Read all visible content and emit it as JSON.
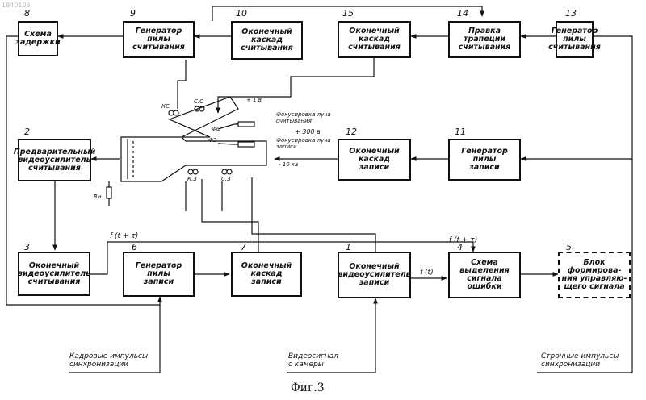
{
  "scan_number": "1840106",
  "caption": "Фиг.3",
  "blocks": {
    "b8": {
      "num": "8",
      "label": "Схема\nзадержки"
    },
    "b9": {
      "num": "9",
      "label": "Генератор\nпилы\nсчитывания"
    },
    "b10": {
      "num": "10",
      "label": "Оконечный\nкаскад\nсчитывания"
    },
    "b15": {
      "num": "15",
      "label": "Оконечный\nкаскад\nсчитывания"
    },
    "b14": {
      "num": "14",
      "label": "Правка\nтрапеции\nсчитывания"
    },
    "b13": {
      "num": "13",
      "label": "Генератор\nпилы\nсчитывания"
    },
    "b2": {
      "num": "2",
      "label": "Предварительный\nвидеоусилитель\nсчитывания"
    },
    "b12": {
      "num": "12",
      "label": "Оконечный\nкаскад\nзаписи"
    },
    "b11": {
      "num": "11",
      "label": "Генератор\nпилы\nзаписи"
    },
    "b3": {
      "num": "3",
      "label": "Оконечный\nвидеоусилитель\nсчитывания"
    },
    "b6": {
      "num": "6",
      "label": "Генератор\nпилы\nзаписи"
    },
    "b7": {
      "num": "7",
      "label": "Оконечный\nкаскад\nзаписи"
    },
    "b1": {
      "num": "1",
      "label": "Оконечный\nвидеоусилитель\nзаписи"
    },
    "b4": {
      "num": "4",
      "label": "Схема\nвыделения\nсигнала\nошибки"
    },
    "b5": {
      "num": "5",
      "label": "Блок формирова-\nния управляю-\nщего сигнала"
    }
  },
  "tube_labels": {
    "focus_read": "Фокусировка луча\nсчитывания",
    "focus_write": "Фокусировка луча\nзаписи",
    "v_plus300": "+ 300 в",
    "v_minus10": "- 10 кв",
    "v_plus1": "+ 1 в",
    "ks": "КС",
    "cs_top": "С.С",
    "fs": "ФС",
    "fz": "ФЗ",
    "kz": "К.З",
    "cz": "С.З",
    "rn": "Rн"
  },
  "signals": {
    "ft_tau_left": "f (t + τ)",
    "ft_tau_right": "f (t + τ)",
    "ft": "f (t)"
  },
  "inputs": {
    "frame_sync": "Кадровые импульсы\nсинхронизации",
    "video_in": "Видеосигнал\nс камеры",
    "line_sync": "Строчные импульсы\nсинхронизации"
  }
}
